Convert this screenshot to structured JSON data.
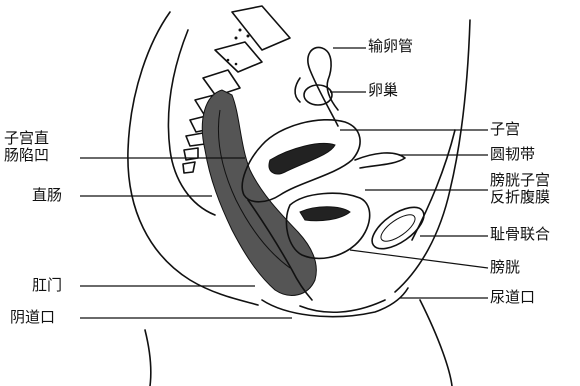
{
  "labels": {
    "oviduct": "输卵管",
    "ovary": "卵巢",
    "uterus": "子宫",
    "round_ligament": "圆韧带",
    "vesicouterine_pouch": [
      "膀胱子宫",
      "反折腹膜"
    ],
    "pubic_symphysis": "耻骨联合",
    "bladder": "膀胱",
    "urethral_orifice": "尿道口",
    "rectouterine_pouch": [
      "子宫直",
      "肠陷凹"
    ],
    "rectum": "直肠",
    "anus": "肛门",
    "vaginal_orifice": "阴道口"
  }
}
